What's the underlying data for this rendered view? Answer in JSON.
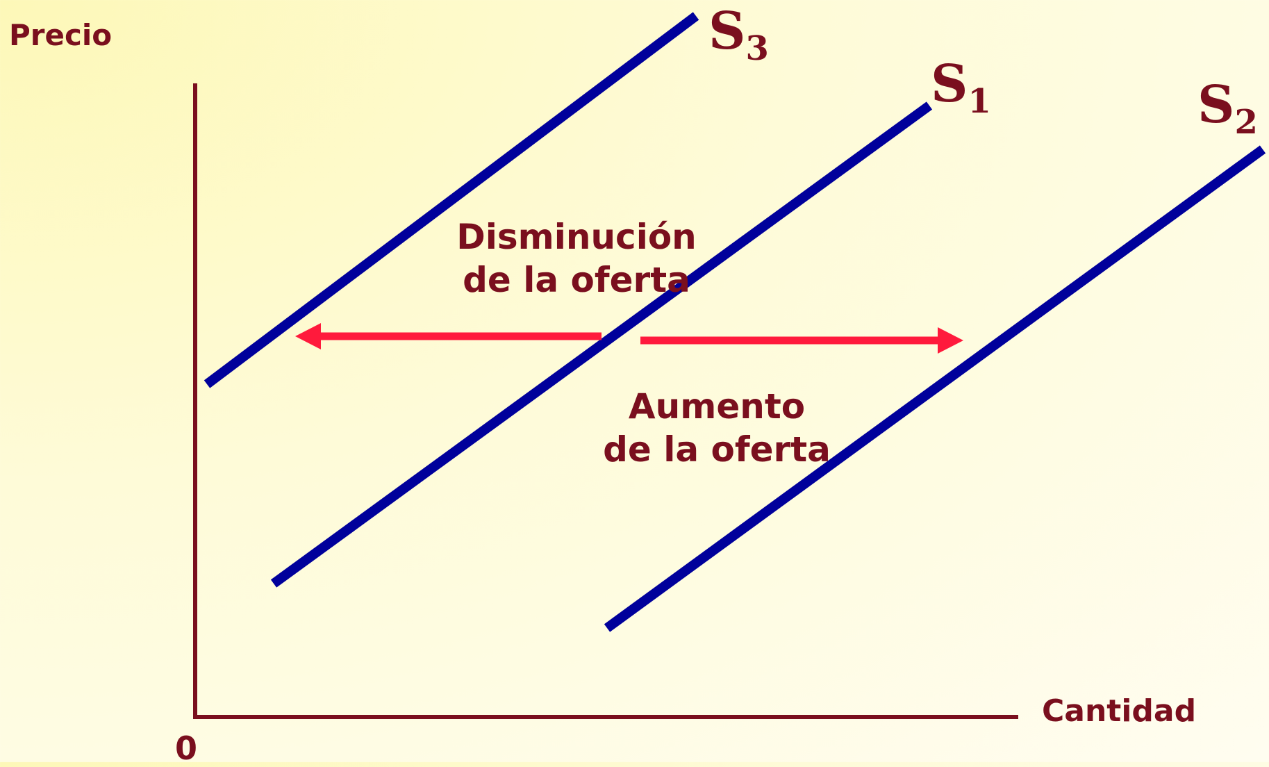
{
  "axes": {
    "y_label": "Precio",
    "x_label": "Cantidad",
    "origin_label": "0"
  },
  "curves": [
    {
      "id": "s3",
      "base": "S",
      "sub": "3"
    },
    {
      "id": "s1",
      "base": "S",
      "sub": "1"
    },
    {
      "id": "s2",
      "base": "S",
      "sub": "2"
    }
  ],
  "annotations": {
    "decrease_line1": "Disminución",
    "decrease_line2": "de la oferta",
    "increase_line1": "Aumento",
    "increase_line2": "de la oferta"
  },
  "colors": {
    "axis": "#7a0f1e",
    "curve": "#00009b",
    "arrow": "#ff1a3c",
    "text": "#7a0f1e"
  }
}
